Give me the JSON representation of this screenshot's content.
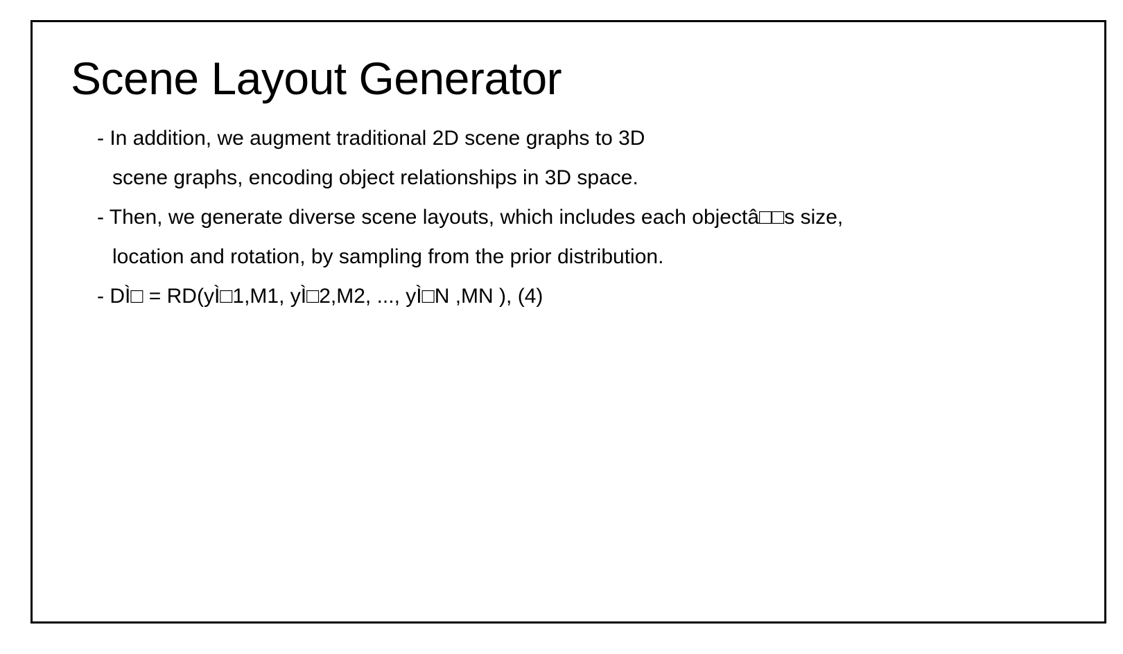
{
  "slide": {
    "title": "Scene Layout Generator",
    "lines": [
      "- In addition, we augment traditional 2D scene graphs to 3D",
      "scene graphs, encoding object relationships in 3D space.",
      "- Then, we generate diverse scene layouts, which includes each objectâ□□s size,",
      "location and rotation, by sampling from the prior distribution.",
      "- DÌ□ = RD(yÌ□1,M1, yÌ□2,M2, ..., yÌ□N ,MN ), (4)"
    ]
  }
}
